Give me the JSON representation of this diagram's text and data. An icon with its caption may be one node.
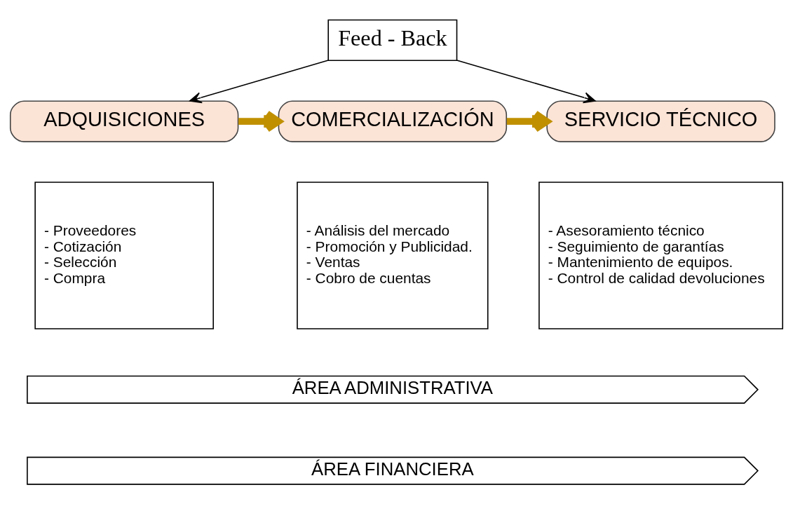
{
  "diagram": {
    "nodes": [
      {
        "text": [
          "Feed - Back"
        ]
      },
      {
        "text": [
          "ADQUISICIONES"
        ]
      },
      {
        "text": [
          "COMERCIALIZACIÓN"
        ]
      },
      {
        "text": [
          "SERVICIO TÉCNICO"
        ]
      },
      {
        "text": [
          "- Proveedores",
          "- Cotización",
          "- Selección",
          "- Compra"
        ]
      },
      {
        "text": [
          "- Análisis del mercado",
          "- Promoción y Publicidad.",
          "- Ventas",
          "- Cobro de cuentas"
        ]
      },
      {
        "text": [
          "- Asesoramiento técnico",
          "- Seguimiento de garantías",
          "- Mantenimiento de equipos.",
          "- Control de calidad devoluciones"
        ]
      },
      {
        "text": [
          "ÁREA ADMINISTRATIVA"
        ]
      },
      {
        "text": [
          "ÁREA FINANCIERA"
        ]
      }
    ],
    "edges": [
      {
        "from": 0,
        "to": 1,
        "arrow": "to"
      },
      {
        "from": 0,
        "to": 3,
        "arrow": "to"
      },
      {
        "from": 1,
        "to": 2,
        "arrow": "to",
        "style": "thick",
        "color": "#c09000"
      },
      {
        "from": 2,
        "to": 3,
        "arrow": "to",
        "style": "thick",
        "color": "#c09000"
      }
    ]
  }
}
